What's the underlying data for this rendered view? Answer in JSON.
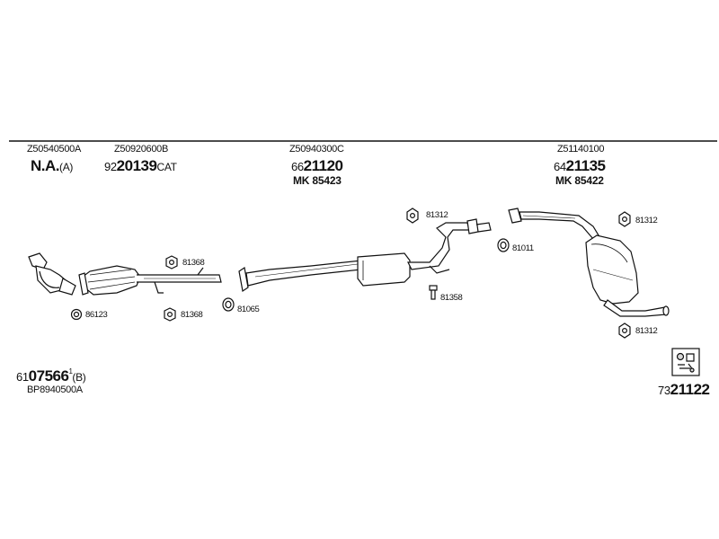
{
  "header": {
    "codes": [
      {
        "code": "Z50540500A",
        "line1": "N.A.",
        "line1_suffix": "(A)"
      },
      {
        "code": "Z50920600B",
        "line1_prefix": "92",
        "line1": "20139",
        "line1_suffix": "CAT"
      },
      {
        "code": "Z50940300C",
        "line1_prefix": "66",
        "line1": "21120",
        "line2": "MK 85423"
      },
      {
        "code": "Z51140100",
        "line1_prefix": "64",
        "line1": "21135",
        "line2": "MK 85422"
      }
    ]
  },
  "parts": {
    "p86123": "86123",
    "p81368a": "81368",
    "p81368b": "81368",
    "p81065": "81065",
    "p81312a": "81312",
    "p81011": "81011",
    "p81358": "81358",
    "p81312b": "81312",
    "p81312c": "81312"
  },
  "footer": {
    "left_prefix": "61",
    "left_main": "07566",
    "left_sup": "1",
    "left_suffix": "(B)",
    "left_code": "BP8940500A",
    "right_prefix": "73",
    "right_main": "21122"
  },
  "colors": {
    "line": "#111111",
    "fill": "#ffffff",
    "shade": "#d8d8d8"
  }
}
